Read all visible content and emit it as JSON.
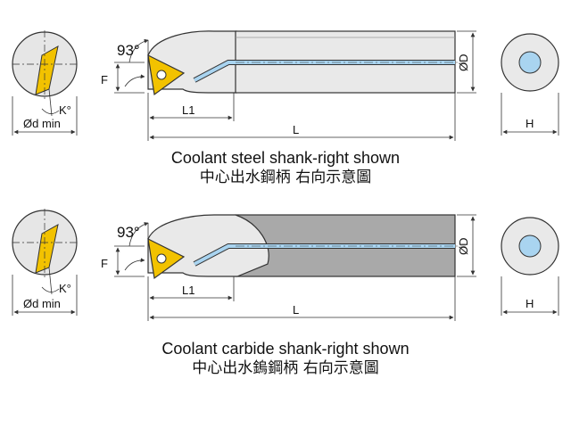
{
  "views": [
    {
      "id": "steel",
      "labels": {
        "angle": "93°",
        "f": "F",
        "l1": "L1",
        "l": "L",
        "od": "ØD",
        "h": "H",
        "k": "K°",
        "dmin": "Ød min"
      },
      "caption_en": "Coolant steel shank-right shown",
      "caption_zh": "中心出水鋼柄  右向示意圖"
    },
    {
      "id": "carbide",
      "labels": {
        "angle": "93°",
        "f": "F",
        "l1": "L1",
        "l": "L",
        "od": "ØD",
        "h": "H",
        "k": "K°",
        "dmin": "Ød min"
      },
      "caption_en": "Coolant carbide shank-right shown",
      "caption_zh": "中心出水鎢鋼柄  右向示意圖"
    }
  ],
  "colors": {
    "insert": "#f2c200",
    "coolant": "#a9d4f0",
    "steel_shank": "#e9e9e9",
    "carbide_shank": "#a9a9a9",
    "outline": "#333333"
  }
}
